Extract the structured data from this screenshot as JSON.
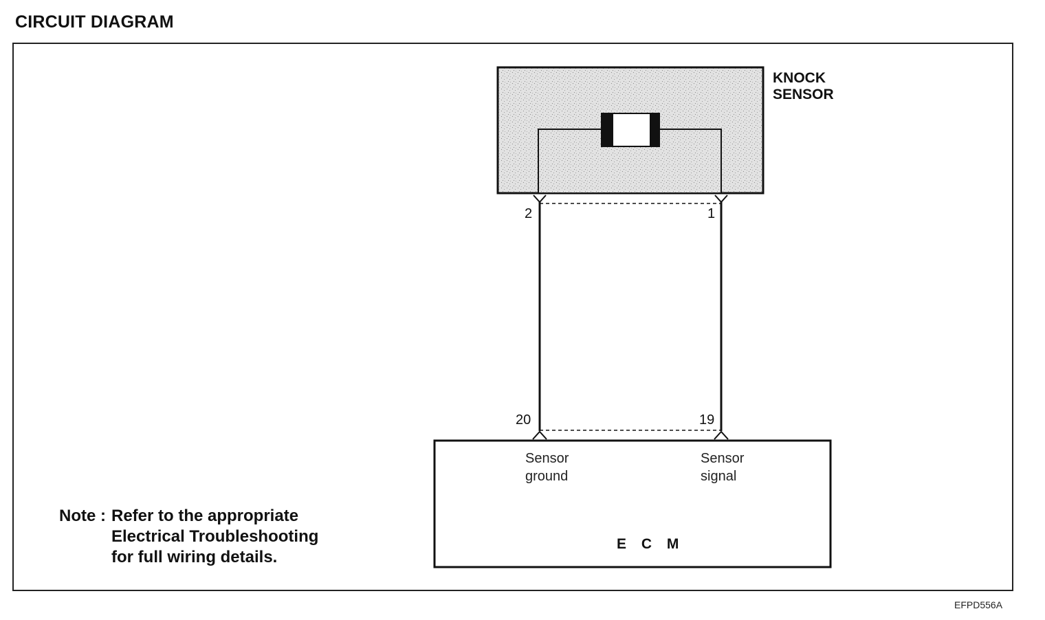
{
  "title": "CIRCUIT DIAGRAM",
  "components": {
    "knock_sensor": {
      "label_line1": "KNOCK",
      "label_line2": "SENSOR"
    },
    "ecm": {
      "label": "E C M"
    }
  },
  "pins": {
    "sensor_ground_top": "2",
    "sensor_signal_top": "1",
    "ecm_ground": "20",
    "ecm_signal": "19"
  },
  "functions": {
    "ground_line1": "Sensor",
    "ground_line2": "ground",
    "signal_line1": "Sensor",
    "signal_line2": "signal"
  },
  "note": {
    "prefix": "Note :",
    "line1": "Refer to the appropriate",
    "line2": "Electrical Troubleshooting",
    "line3": "for full wiring details."
  },
  "figure_code": "EFPD556A"
}
